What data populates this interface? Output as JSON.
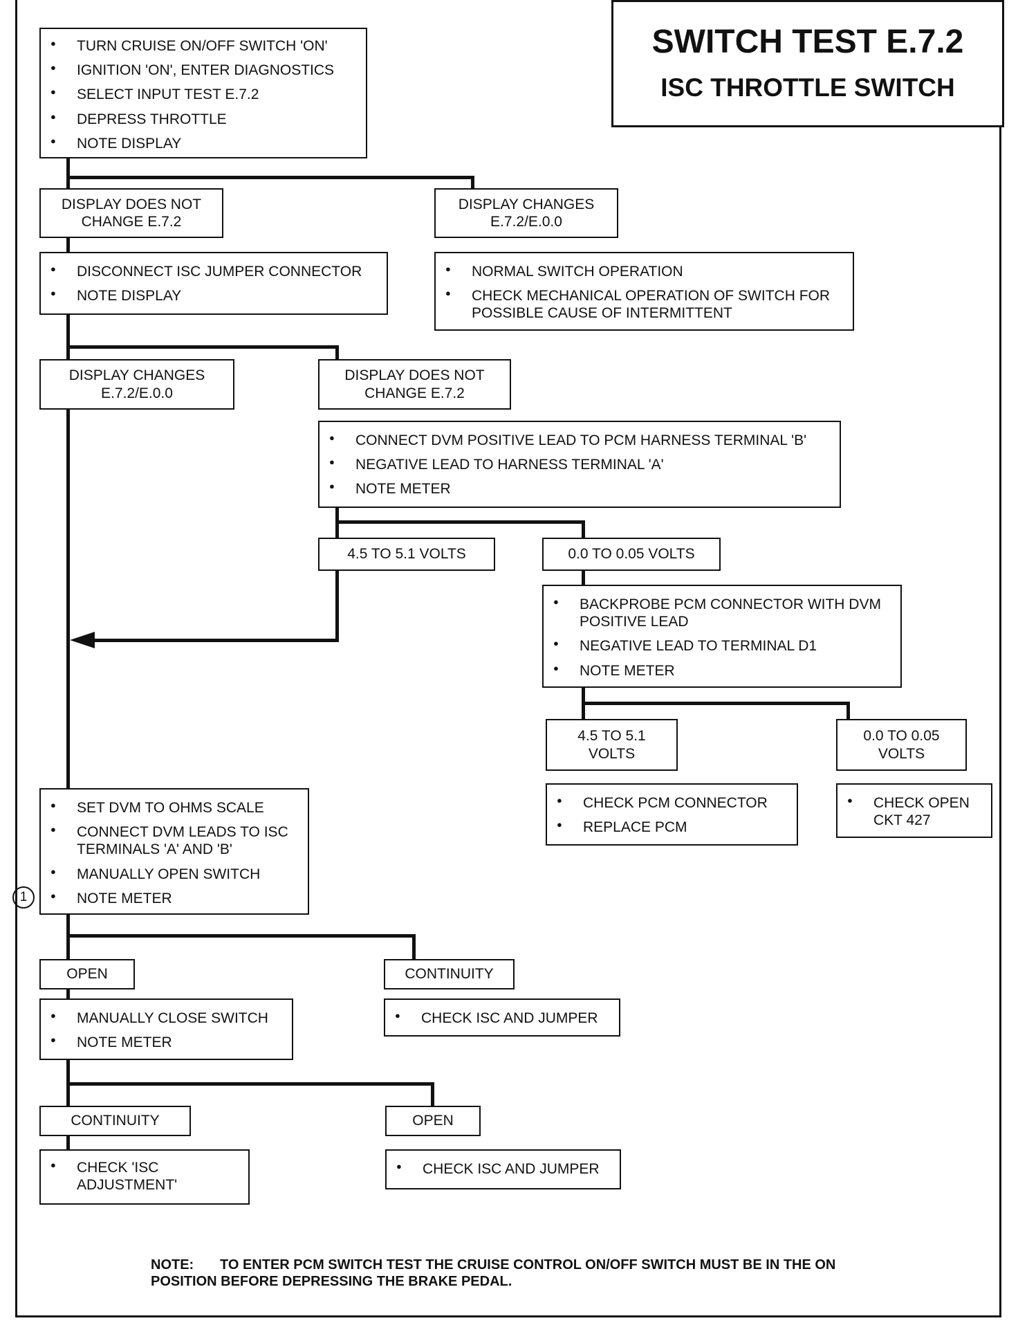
{
  "title": {
    "main": "SWITCH TEST E.7.2",
    "sub": "ISC THROTTLE SWITCH"
  },
  "steps": {
    "start": [
      "TURN CRUISE ON/OFF SWITCH 'ON'",
      "IGNITION 'ON', ENTER DIAGNOSTICS",
      "SELECT INPUT TEST E.7.2",
      "DEPRESS THROTTLE",
      "NOTE DISPLAY"
    ],
    "r1_no_change_label": "DISPLAY DOES NOT CHANGE E.7.2",
    "r1_changes_label": "DISPLAY CHANGES E.7.2/E.0.0",
    "disconnect": [
      "DISCONNECT ISC JUMPER CONNECTOR",
      "NOTE DISPLAY"
    ],
    "normal": [
      "NORMAL SWITCH OPERATION",
      "CHECK MECHANICAL OPERATION OF SWITCH FOR POSSIBLE CAUSE OF INTERMITTENT"
    ],
    "r2_changes_label": "DISPLAY CHANGES E.7.2/E.0.0",
    "r2_no_change_label": "DISPLAY DOES NOT CHANGE E.7.2",
    "dvm_harness": [
      "CONNECT DVM POSITIVE LEAD TO PCM HARNESS TERMINAL 'B'",
      "NEGATIVE LEAD TO HARNESS TERMINAL 'A'",
      "NOTE METER"
    ],
    "r3_high_label": "4.5 TO 5.1 VOLTS",
    "r3_low_label": "0.0 TO 0.05 VOLTS",
    "backprobe": [
      "BACKPROBE PCM CONNECTOR WITH DVM POSITIVE LEAD",
      "NEGATIVE LEAD TO TERMINAL D1",
      "NOTE METER"
    ],
    "r4_high_label": "4.5 TO 5.1 VOLTS",
    "r4_low_label": "0.0 TO 0.05 VOLTS",
    "pcm": [
      "CHECK PCM CONNECTOR",
      "REPLACE PCM"
    ],
    "open_ckt": [
      "CHECK OPEN CKT 427"
    ],
    "ohms": [
      "SET DVM TO OHMS SCALE",
      "CONNECT DVM LEADS TO ISC TERMINALS 'A' AND 'B'",
      "MANUALLY OPEN SWITCH",
      "NOTE METER"
    ],
    "marker": "1",
    "r5_open_label": "OPEN",
    "r5_cont_label": "CONTINUITY",
    "close": [
      "MANUALLY CLOSE SWITCH",
      "NOTE METER"
    ],
    "check_isc_1": [
      "CHECK ISC AND JUMPER"
    ],
    "r6_cont_label": "CONTINUITY",
    "r6_open_label": "OPEN",
    "adjust": [
      "CHECK 'ISC ADJUSTMENT'"
    ],
    "check_isc_2": [
      "CHECK ISC AND JUMPER"
    ]
  },
  "note": {
    "label": "NOTE:",
    "text": "TO ENTER PCM SWITCH TEST THE CRUISE CONTROL ON/OFF SWITCH MUST BE IN THE ON POSITION BEFORE DEPRESSING THE BRAKE PEDAL."
  }
}
